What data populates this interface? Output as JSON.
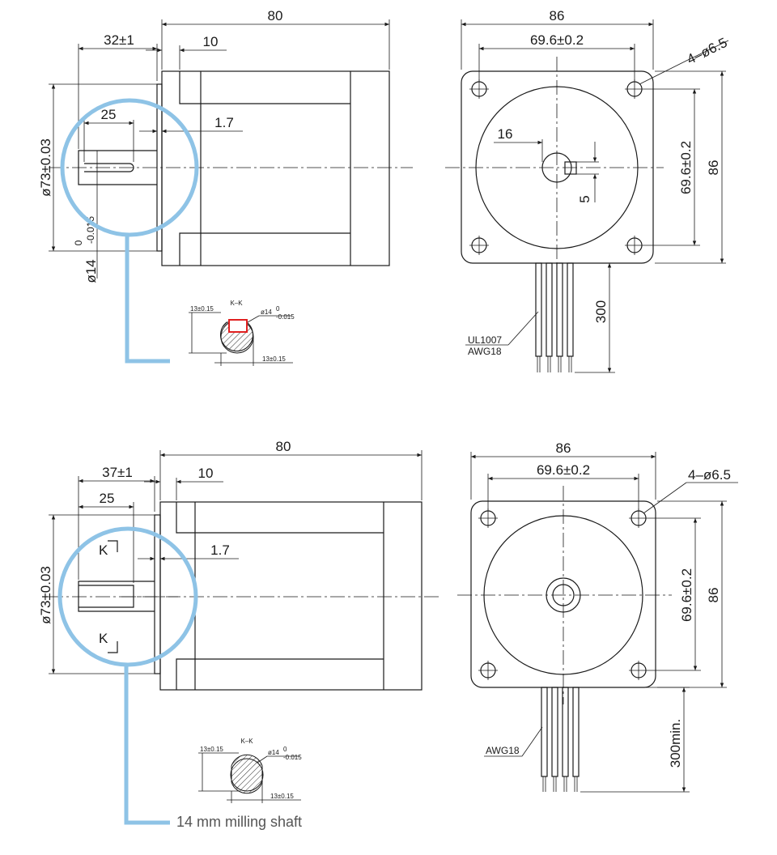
{
  "caption": "14 mm milling shaft",
  "colors": {
    "highlight": "#8ec3e6",
    "line": "#1a1a1a",
    "key_marker": "#e02020",
    "caption": "#555555"
  },
  "top": {
    "side": {
      "length": "80",
      "shaft": "32±1",
      "flange": "10",
      "key": "25",
      "boss": "1.7",
      "dia_boss": "ø73±0.03",
      "dia_shaft": "ø14",
      "tol_upper": "0",
      "tol_lower": "-0.015"
    },
    "section": {
      "label": "K–K",
      "w": "13±0.15",
      "dia": "ø14",
      "tol_upper": "0",
      "tol_lower": "-0.015",
      "h": "13±0.15"
    },
    "front": {
      "width": "86",
      "bolt": "69.6±0.2",
      "holes": "4–ø6.5",
      "key": "16",
      "key_w": "5",
      "bolt_v": "69.6±0.2",
      "height": "86",
      "lead": "300",
      "wire1": "UL1007",
      "wire2": "AWG18"
    }
  },
  "bottom": {
    "side": {
      "length": "80",
      "shaft": "37±1",
      "flange": "10",
      "key": "25",
      "boss": "1.7",
      "dia_boss": "ø73±0.03",
      "kmark1": "K",
      "kmark2": "K"
    },
    "section": {
      "label": "K–K",
      "w": "13±0.15",
      "dia": "ø14",
      "tol_upper": "0",
      "tol_lower": "-0.015",
      "h": "13±0.15"
    },
    "front": {
      "width": "86",
      "bolt": "69.6±0.2",
      "holes": "4–ø6.5",
      "bolt_v": "69.6±0.2",
      "height": "86",
      "lead": "300min.",
      "wire": "AWG18"
    }
  }
}
